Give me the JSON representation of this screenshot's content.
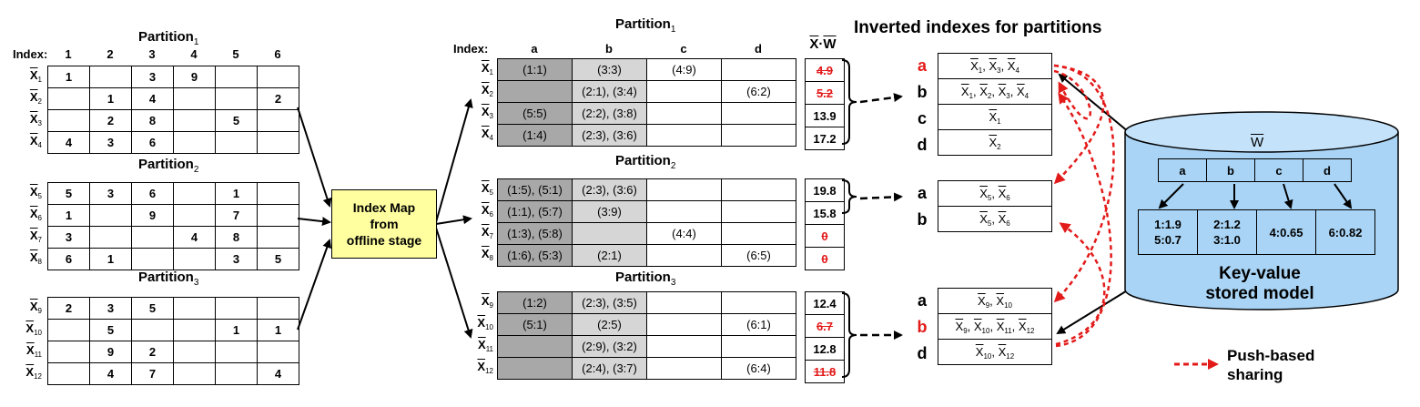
{
  "left": {
    "index_label": "Index:",
    "columns": [
      "1",
      "2",
      "3",
      "4",
      "5",
      "6"
    ],
    "partitions": [
      {
        "title": "Partition",
        "sub": "1",
        "rows": [
          {
            "label": "X",
            "sub": "1",
            "cells": [
              "1",
              "",
              "3",
              "9",
              "",
              ""
            ]
          },
          {
            "label": "X",
            "sub": "2",
            "cells": [
              "",
              "1",
              "4",
              "",
              "",
              "2"
            ]
          },
          {
            "label": "X",
            "sub": "3",
            "cells": [
              "",
              "2",
              "8",
              "",
              "5",
              ""
            ]
          },
          {
            "label": "X",
            "sub": "4",
            "cells": [
              "4",
              "3",
              "6",
              "",
              "",
              ""
            ]
          }
        ]
      },
      {
        "title": "Partition",
        "sub": "2",
        "rows": [
          {
            "label": "X",
            "sub": "5",
            "cells": [
              "5",
              "3",
              "6",
              "",
              "1",
              ""
            ]
          },
          {
            "label": "X",
            "sub": "6",
            "cells": [
              "1",
              "",
              "9",
              "",
              "7",
              ""
            ]
          },
          {
            "label": "X",
            "sub": "7",
            "cells": [
              "3",
              "",
              "",
              "4",
              "8",
              ""
            ]
          },
          {
            "label": "X",
            "sub": "8",
            "cells": [
              "6",
              "1",
              "",
              "",
              "3",
              "5"
            ]
          }
        ]
      },
      {
        "title": "Partition",
        "sub": "3",
        "rows": [
          {
            "label": "X",
            "sub": "9",
            "cells": [
              "2",
              "3",
              "5",
              "",
              "",
              ""
            ]
          },
          {
            "label": "X",
            "sub": "10",
            "cells": [
              "",
              "5",
              "",
              "",
              "1",
              "1"
            ]
          },
          {
            "label": "X",
            "sub": "11",
            "cells": [
              "",
              "9",
              "2",
              "",
              "",
              ""
            ]
          },
          {
            "label": "X",
            "sub": "12",
            "cells": [
              "",
              "4",
              "7",
              "",
              "",
              "4"
            ]
          }
        ]
      }
    ]
  },
  "map_box": {
    "line1": "Index Map",
    "line2": "from",
    "line3": "offline stage"
  },
  "mid": {
    "index_label": "Index:",
    "columns": [
      "a",
      "b",
      "c",
      "d"
    ],
    "score_header_x": "X",
    "score_header_dot": "·",
    "score_header_w": "W",
    "partitions": [
      {
        "title": "Partition",
        "sub": "1",
        "rows": [
          {
            "label": "X",
            "sub": "1",
            "cells": [
              "(1:1)",
              "(3:3)",
              "(4:9)",
              ""
            ],
            "score": "4.9",
            "struck": true
          },
          {
            "label": "X",
            "sub": "2",
            "cells": [
              "",
              "(2:1), (3:4)",
              "",
              "(6:2)"
            ],
            "score": "5.2",
            "struck": true
          },
          {
            "label": "X",
            "sub": "3",
            "cells": [
              "(5:5)",
              "(2:2), (3:8)",
              "",
              ""
            ],
            "score": "13.9",
            "struck": false
          },
          {
            "label": "X",
            "sub": "4",
            "cells": [
              "(1:4)",
              "(2:3), (3:6)",
              "",
              ""
            ],
            "score": "17.2",
            "struck": false
          }
        ]
      },
      {
        "title": "Partition",
        "sub": "2",
        "rows": [
          {
            "label": "X",
            "sub": "5",
            "cells": [
              "(1:5), (5:1)",
              "(2:3), (3:6)",
              "",
              ""
            ],
            "score": "19.8",
            "struck": false
          },
          {
            "label": "X",
            "sub": "6",
            "cells": [
              "(1:1), (5:7)",
              "(3:9)",
              "",
              ""
            ],
            "score": "15.8",
            "struck": false
          },
          {
            "label": "X",
            "sub": "7",
            "cells": [
              "(1:3), (5:8)",
              "",
              "(4:4)",
              ""
            ],
            "score": "0",
            "struck": true
          },
          {
            "label": "X",
            "sub": "8",
            "cells": [
              "(1:6), (5:3)",
              "(2:1)",
              "",
              "(6:5)"
            ],
            "score": "0",
            "struck": true
          }
        ]
      },
      {
        "title": "Partition",
        "sub": "3",
        "rows": [
          {
            "label": "X",
            "sub": "9",
            "cells": [
              "(1:2)",
              "(2:3), (3:5)",
              "",
              ""
            ],
            "score": "12.4",
            "struck": false
          },
          {
            "label": "X",
            "sub": "10",
            "cells": [
              "(5:1)",
              "(2:5)",
              "",
              "(6:1)"
            ],
            "score": "6.7",
            "struck": true
          },
          {
            "label": "X",
            "sub": "11",
            "cells": [
              "",
              "(2:9), (3:2)",
              "",
              ""
            ],
            "score": "12.8",
            "struck": false
          },
          {
            "label": "X",
            "sub": "12",
            "cells": [
              "",
              "(2:4), (3:7)",
              "",
              "(6:4)"
            ],
            "score": "11.8",
            "struck": true
          }
        ]
      }
    ]
  },
  "inverted": {
    "title": "Inverted indexes for partitions",
    "groups": [
      {
        "entries": [
          {
            "key": "a",
            "highlight": true,
            "items": [
              [
                "X",
                "1"
              ],
              [
                "X",
                "3"
              ],
              [
                "X",
                "4"
              ]
            ]
          },
          {
            "key": "b",
            "highlight": false,
            "items": [
              [
                "X",
                "1"
              ],
              [
                "X",
                "2"
              ],
              [
                "X",
                "3"
              ],
              [
                "X",
                "4"
              ]
            ]
          },
          {
            "key": "c",
            "highlight": false,
            "items": [
              [
                "X",
                "1"
              ]
            ]
          },
          {
            "key": "d",
            "highlight": false,
            "items": [
              [
                "X",
                "2"
              ]
            ]
          }
        ]
      },
      {
        "entries": [
          {
            "key": "a",
            "highlight": false,
            "items": [
              [
                "X",
                "5"
              ],
              [
                "X",
                "6"
              ]
            ]
          },
          {
            "key": "b",
            "highlight": false,
            "items": [
              [
                "X",
                "5"
              ],
              [
                "X",
                "6"
              ]
            ]
          }
        ]
      },
      {
        "entries": [
          {
            "key": "a",
            "highlight": false,
            "items": [
              [
                "X",
                "9"
              ],
              [
                "X",
                "10"
              ]
            ]
          },
          {
            "key": "b",
            "highlight": true,
            "items": [
              [
                "X",
                "9"
              ],
              [
                "X",
                "10"
              ],
              [
                "X",
                "11"
              ],
              [
                "X",
                "12"
              ]
            ]
          },
          {
            "key": "d",
            "highlight": false,
            "items": [
              [
                "X",
                "10"
              ],
              [
                "X",
                "12"
              ]
            ]
          }
        ]
      }
    ]
  },
  "model": {
    "w_label": "W",
    "keys": [
      "a",
      "b",
      "c",
      "d"
    ],
    "values": [
      [
        "1:1.9",
        "5:0.7"
      ],
      [
        "2:1.2",
        "3:1.0"
      ],
      [
        "4:0.65"
      ],
      [
        "6:0.82"
      ]
    ],
    "caption_line1": "Key-value",
    "caption_line2": "stored model",
    "cylinder_color": "#a9d4f5"
  },
  "legend": {
    "line1": "Push-based",
    "line2": "sharing",
    "color": "#e31a1a"
  }
}
